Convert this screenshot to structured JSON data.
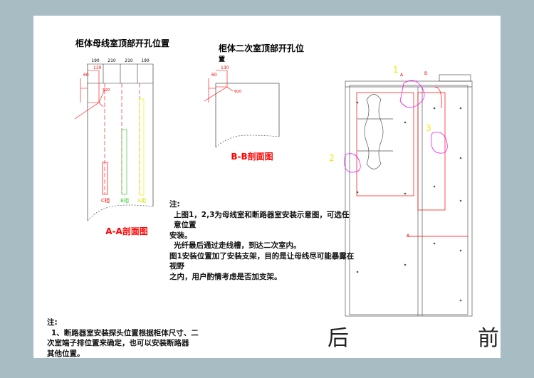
{
  "drawing_aa": {
    "title": "柜体母线室顶部开孔位置",
    "dims": [
      "190",
      "210",
      "210",
      "190"
    ],
    "dim_130": "130",
    "dim_60": "60",
    "hole_label": "Φ20",
    "phases": [
      "C相",
      "B相",
      "A相"
    ],
    "section_label": "A-A剖面图"
  },
  "drawing_bb": {
    "title_line1": "柜体二次室顶部开孔位",
    "title_line2": "置",
    "dim_130": "130",
    "dim_60": "60",
    "hole_label": "Φ20",
    "section_label": "B-B剖面图"
  },
  "note_middle": {
    "heading": "注:",
    "lines": [
      "上图1，2,3为母线室和断路器室安装示意图，可选任意位置",
      "安装。",
      "光纤最后通过走线槽，到达二次室内。",
      "图1安装位置加了安装支架，目的是让母线尽可能暴露在视野",
      "之内，用户酌情考虑是否加支架。"
    ]
  },
  "note_bottom": {
    "heading": "注:",
    "lines": [
      "1、断路器室安装探头位置根据柜体尺寸、二",
      "次室端子排位置来确定，也可以安装断路器",
      "其他位置。"
    ]
  },
  "cabinet": {
    "markers": [
      "1",
      "2",
      "3"
    ],
    "section_marks": [
      "A",
      "B",
      "A"
    ],
    "back_label": "后",
    "front_label": "前"
  }
}
